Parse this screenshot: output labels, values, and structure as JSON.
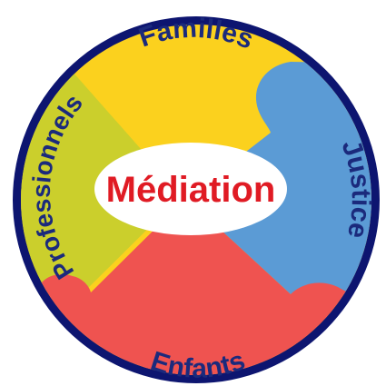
{
  "center": {
    "label": "Médiation",
    "fill": "#ffffff",
    "text_color": "#e01b24"
  },
  "segments": [
    {
      "id": "familles",
      "label": "Familles",
      "color": "#fbd11e"
    },
    {
      "id": "justice",
      "label": "Justice",
      "color": "#5b9bd5"
    },
    {
      "id": "enfants",
      "label": "Enfants",
      "color": "#ef5350"
    },
    {
      "id": "professionnels",
      "label": "Professionnels",
      "color": "#cbcf2c"
    }
  ],
  "colors": {
    "outline": "#0d1570",
    "label_text": "#1b2a7c",
    "background": "#ffffff"
  }
}
